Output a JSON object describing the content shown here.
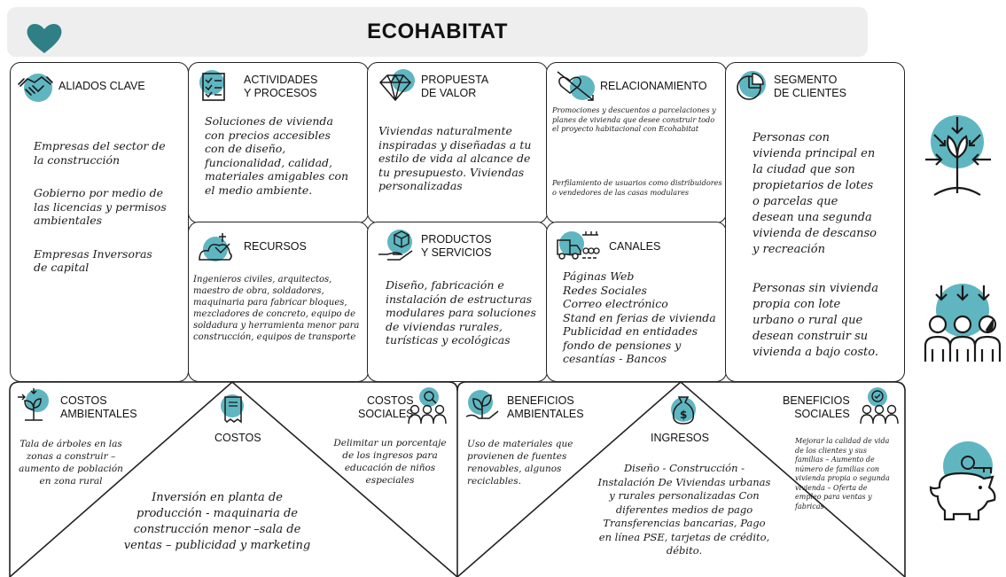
{
  "title": "ECOHABITAT",
  "colors": {
    "accent": "#3e9aa6",
    "accent_light": "#5fb6c0",
    "dark": "#1e5f6a",
    "border": "#222222"
  },
  "blocks": {
    "aliados": {
      "header": "ALIADOS CLAVE",
      "icon": "handshake-icon",
      "items": [
        "Empresas del sector de la construcción",
        "Gobierno por medio de las licencias y permisos ambientales",
        "Empresas Inversoras de capital"
      ]
    },
    "actividades": {
      "header_line1": "ACTIVIDADES",
      "header_line2": "Y PROCESOS",
      "icon": "checklist-icon",
      "text": "Soluciones de vivienda con precios accesibles con de diseño, funcionalidad, calidad, materiales amigables con el medio ambiente."
    },
    "recursos": {
      "header": "RECURSOS",
      "icon": "resources-icon",
      "text": "Ingenieros civiles, arquitectos, maestro de obra, soldadores, maquinaria para fabricar bloques, mezcladores de concreto, equipo de soldadura y herramienta menor para construcción, equipos de transporte"
    },
    "propuesta": {
      "header_line1": "PROPUESTA",
      "header_line2": "DE VALOR",
      "icon": "diamond-icon",
      "text": "Viviendas naturalmente inspiradas y diseñadas a tu estilo de vida al alcance de tu presupuesto. Viviendas personalizadas"
    },
    "productos": {
      "header_line1": "PRODUCTOS",
      "header_line2": "Y SERVICIOS",
      "icon": "hand-box-icon",
      "text": "Diseño, fabricación e instalación de estructuras modulares para soluciones de viviendas rurales, turísticas y ecológicas"
    },
    "relacionamiento": {
      "header": "RELACIONAMIENTO",
      "icon": "heart-arrow-icon",
      "text1": "Promociones y descuentos a parcelaciones y planes de vivienda que desee construir todo el proyecto habitacional con Ecohabitat",
      "text2": "Perfilamiento de usuarios como distribuidores o vendedores de las casas modulares"
    },
    "canales": {
      "header": "CANALES",
      "icon": "truck-icon",
      "items": [
        "Páginas Web",
        "Redes Sociales",
        "Correo electrónico",
        "Stand en ferias de vivienda",
        "Publicidad en entidades fondo de pensiones y cesantías - Bancos"
      ]
    },
    "segmento": {
      "header_line1": "SEGMENTO",
      "header_line2": "DE CLIENTES",
      "icon": "pie-chart-icon",
      "text1": "Personas con vivienda principal en la ciudad que son propietarios de lotes o parcelas que desean una segunda vivienda de descanso y recreación",
      "text2": "Personas sin vivienda propia con lote urbano o rural que desean construir su vivienda a bajo costo."
    },
    "costos_ambientales": {
      "header_line1": "COSTOS",
      "header_line2": "AMBIENTALES",
      "icon": "sprout-arrows-icon",
      "text": "Tala de árboles en las zonas a construir – aumento de población en zona rural"
    },
    "costos": {
      "header": "COSTOS",
      "icon": "receipt-icon",
      "text": "Inversión en planta de producción - maquinaria de construcción menor –sala de ventas – publicidad y marketing"
    },
    "costos_sociales": {
      "header_line1": "COSTOS",
      "header_line2": "SOCIALES",
      "icon": "people-search-icon",
      "text": "Delimitar un porcentaje de los ingresos para educación de niños especiales"
    },
    "beneficios_ambientales": {
      "header_line1": "BENEFICIOS",
      "header_line2": "AMBIENTALES",
      "icon": "plant-hand-icon",
      "text": "Uso de materiales que provienen de fuentes renovables, algunos reciclables."
    },
    "ingresos": {
      "header": "INGRESOS",
      "icon": "money-bag-icon",
      "text": "Diseño - Construcción - Instalación De Viviendas urbanas y rurales personalizadas Con diferentes medios de pago Transferencias bancarias, Pago en línea PSE, tarjetas de crédito, débito."
    },
    "beneficios_sociales": {
      "header_line1": "BENEFICIOS",
      "header_line2": "SOCIALES",
      "icon": "people-check-icon",
      "text": "Mejorar la calidad de vida de los clientes y sus familias – Aumento de número de familias con vivienda propia o segunda vivienda – Oferta de empleo para ventas y fabricas"
    }
  },
  "side_icons": [
    "plant-arrows-icon",
    "people-arrows-icon",
    "piggy-bank-icon"
  ]
}
